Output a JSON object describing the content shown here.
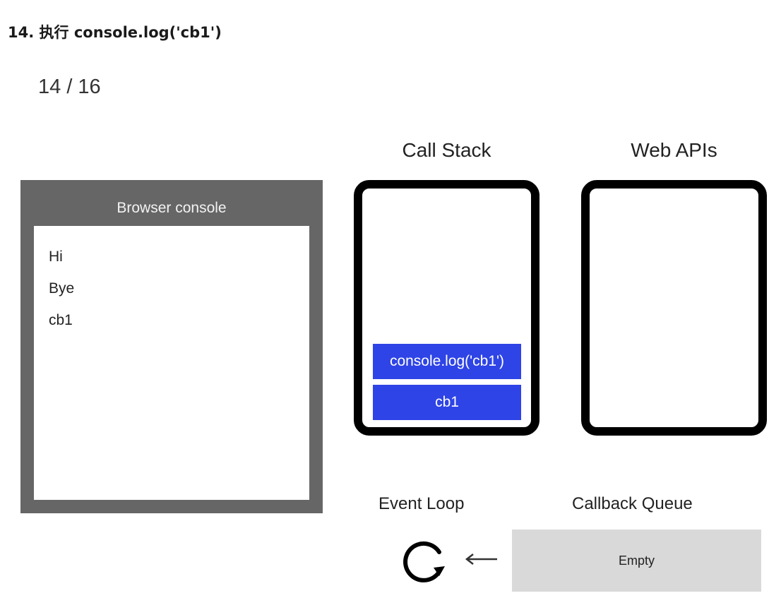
{
  "heading": "14. 执行 console.log('cb1')",
  "counter": "14 / 16",
  "browser_console": {
    "title": "Browser console",
    "lines": [
      "Hi",
      "Bye",
      "cb1"
    ]
  },
  "call_stack": {
    "label": "Call Stack",
    "frames": [
      "console.log('cb1')",
      "cb1"
    ],
    "frame_color": "#2e44e6"
  },
  "web_apis": {
    "label": "Web APIs"
  },
  "event_loop": {
    "label": "Event Loop",
    "icon": "loop-icon"
  },
  "callback_queue": {
    "label": "Callback Queue",
    "content": "Empty",
    "arrow_icon": "left-arrow-icon"
  }
}
